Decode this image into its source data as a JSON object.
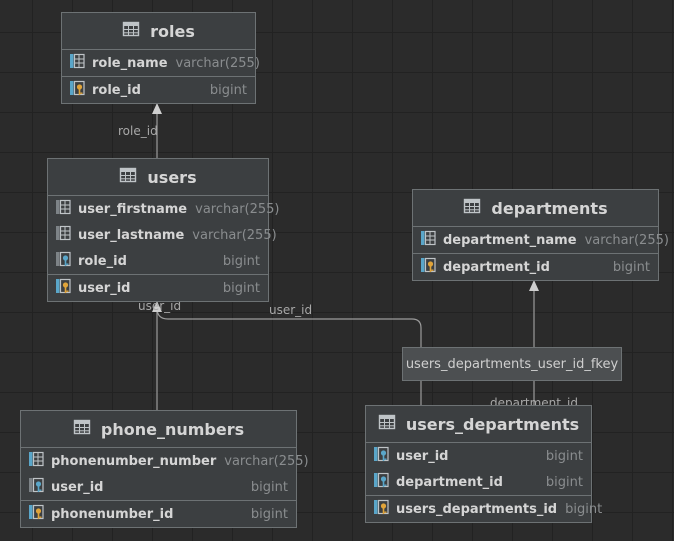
{
  "tables": {
    "roles": {
      "name": "roles",
      "columns": [
        {
          "name": "role_name",
          "type": "varchar(255)",
          "icon": "column-icon"
        },
        {
          "name": "role_id",
          "type": "bigint",
          "icon": "primary-key-icon"
        }
      ]
    },
    "users": {
      "name": "users",
      "columns": [
        {
          "name": "user_firstname",
          "type": "varchar(255)",
          "icon": "column-icon"
        },
        {
          "name": "user_lastname",
          "type": "varchar(255)",
          "icon": "column-icon"
        },
        {
          "name": "role_id",
          "type": "bigint",
          "icon": "foreign-key-icon"
        },
        {
          "name": "user_id",
          "type": "bigint",
          "icon": "primary-key-icon"
        }
      ]
    },
    "departments": {
      "name": "departments",
      "columns": [
        {
          "name": "department_name",
          "type": "varchar(255)",
          "icon": "column-icon"
        },
        {
          "name": "department_id",
          "type": "bigint",
          "icon": "primary-key-icon"
        }
      ]
    },
    "phone_numbers": {
      "name": "phone_numbers",
      "columns": [
        {
          "name": "phonenumber_number",
          "type": "varchar(255)",
          "icon": "column-icon"
        },
        {
          "name": "user_id",
          "type": "bigint",
          "icon": "foreign-key-icon"
        },
        {
          "name": "phonenumber_id",
          "type": "bigint",
          "icon": "primary-key-icon"
        }
      ]
    },
    "users_departments": {
      "name": "users_departments",
      "columns": [
        {
          "name": "user_id",
          "type": "bigint",
          "icon": "foreign-key-icon"
        },
        {
          "name": "department_id",
          "type": "bigint",
          "icon": "foreign-key-icon"
        },
        {
          "name": "users_departments_id",
          "type": "bigint",
          "icon": "primary-key-icon"
        }
      ]
    }
  },
  "edges": {
    "users_roles": "role_id",
    "phone_users": "user_id",
    "ud_users": "user_id",
    "ud_departments": "department_id",
    "fk_name": "users_departments_user_id_fkey"
  },
  "colors": {
    "background": "#2b2b2b",
    "table_bg": "#3c3f41",
    "border": "#6d7274",
    "text": "#d5d5d5",
    "type_text": "#8a8d8f",
    "key_gold": "#e0a43a",
    "column_blue": "#5aa6c9"
  }
}
